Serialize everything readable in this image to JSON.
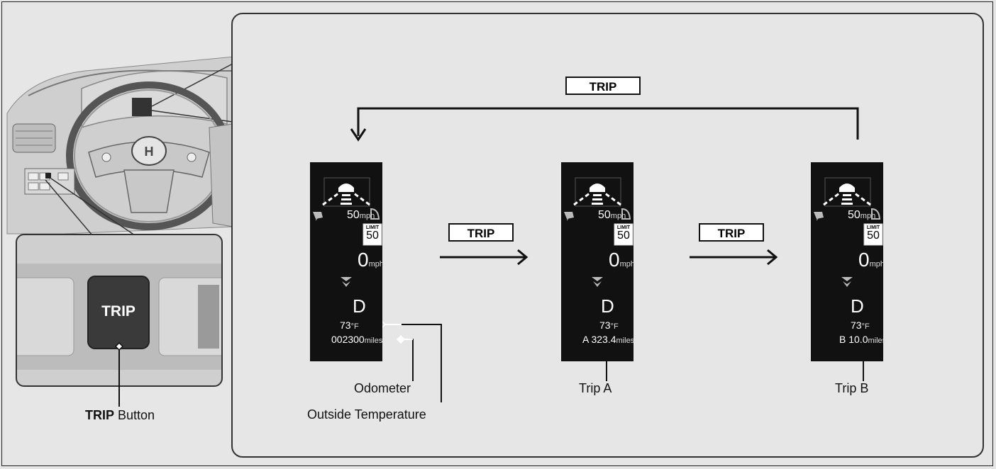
{
  "sequence": {
    "trip_label": "TRIP"
  },
  "inset": {
    "button_face": "TRIP"
  },
  "labels": {
    "trip_button_bold": "TRIP",
    "trip_button_rest": " Button",
    "odometer": "Odometer",
    "outside_temperature": "Outside Temperature",
    "trip_a": "Trip A",
    "trip_b": "Trip B"
  },
  "displays": [
    {
      "set_speed": "50",
      "set_speed_unit": "mph",
      "limit_label": "LIMIT",
      "limit_value": "50",
      "speed": "0",
      "speed_unit": "mph",
      "gear": "D",
      "temp": "73",
      "temp_unit": "°F",
      "prefix": "",
      "reading": "002300",
      "reading_unit": "miles"
    },
    {
      "set_speed": "50",
      "set_speed_unit": "mph",
      "limit_label": "LIMIT",
      "limit_value": "50",
      "speed": "0",
      "speed_unit": "mph",
      "gear": "D",
      "temp": "73",
      "temp_unit": "°F",
      "prefix": "A",
      "reading": "323.4",
      "reading_unit": "miles"
    },
    {
      "set_speed": "50",
      "set_speed_unit": "mph",
      "limit_label": "LIMIT",
      "limit_value": "50",
      "speed": "0",
      "speed_unit": "mph",
      "gear": "D",
      "temp": "73",
      "temp_unit": "°F",
      "prefix": "B",
      "reading": "10.0",
      "reading_unit": "miles"
    }
  ]
}
